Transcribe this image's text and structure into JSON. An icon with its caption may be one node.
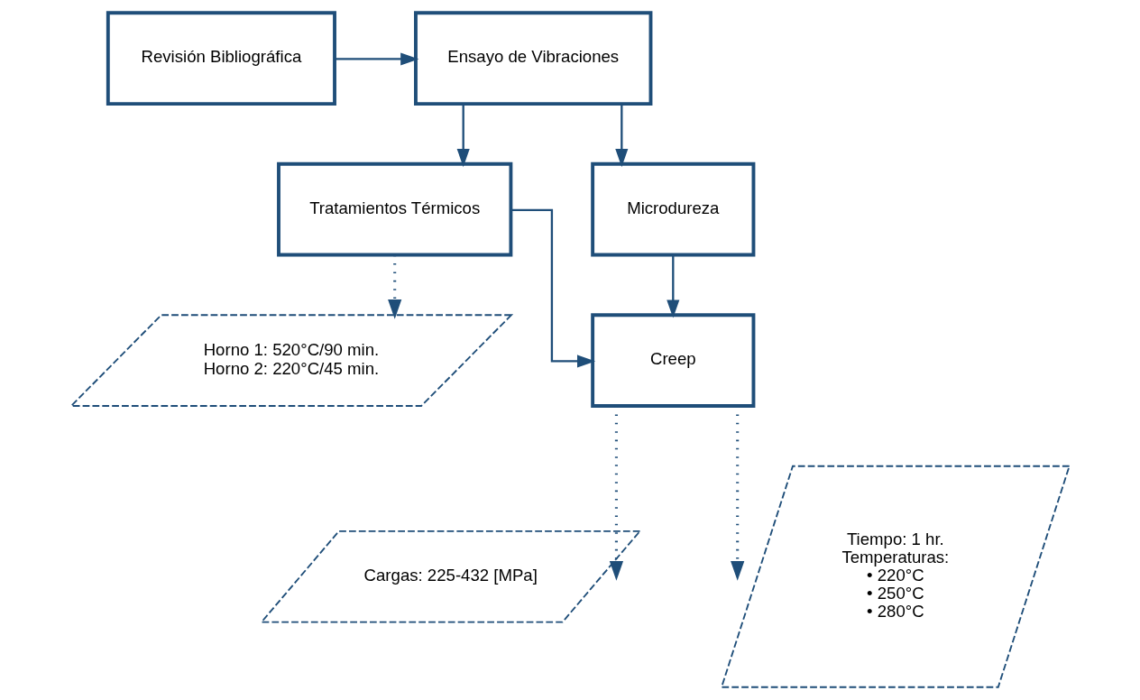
{
  "diagram": {
    "nodes": [
      {
        "text": [
          "Revisión Bibliográfica"
        ]
      },
      {
        "text": [
          "Ensayo de Vibraciones"
        ]
      },
      {
        "text": [
          "Tratamientos Térmicos"
        ]
      },
      {
        "text": [
          "Microdureza"
        ]
      },
      {
        "text": [
          "Horno 1: 520°C/90 min.",
          "Horno 2: 220°C/45 min."
        ]
      },
      {
        "text": [
          "Creep"
        ]
      },
      {
        "text": [
          "Cargas: 225-432 [MPa]"
        ]
      },
      {
        "text": [
          "Tiempo: 1 hr.",
          "Temperaturas:",
          "• 220°C",
          "• 250°C",
          "• 280°C"
        ]
      }
    ],
    "edges": [
      {
        "from": 0,
        "to": 1,
        "arrow": "to"
      },
      {
        "from": 1,
        "to": 2,
        "arrow": "to"
      },
      {
        "from": 1,
        "to": 3,
        "arrow": "to"
      },
      {
        "from": 2,
        "to": 4,
        "arrow": "to",
        "style": "dashed"
      },
      {
        "from": 2,
        "to": 5,
        "arrow": "to"
      },
      {
        "from": 3,
        "to": 5,
        "arrow": "to"
      },
      {
        "from": 5,
        "to": 6,
        "arrow": "to",
        "style": "dashed"
      },
      {
        "from": 5,
        "to": 7,
        "arrow": "to",
        "style": "dashed"
      }
    ]
  }
}
